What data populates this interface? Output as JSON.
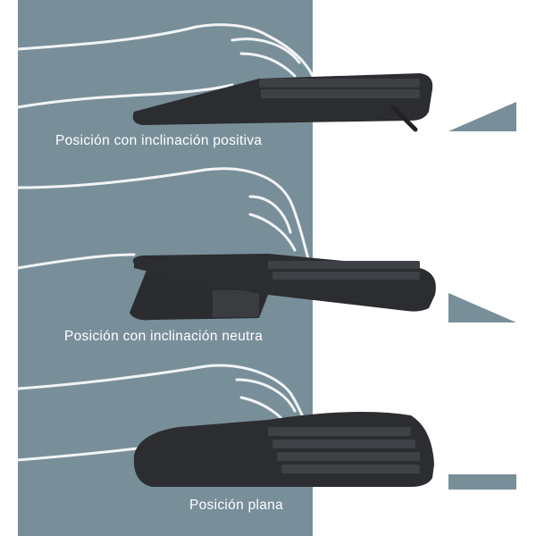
{
  "positions": [
    {
      "label": "Posición con inclinación positiva",
      "tilt_icon": "positive-tilt-icon"
    },
    {
      "label": "Posición con inclinación neutra",
      "tilt_icon": "neutral-tilt-icon"
    },
    {
      "label": "Posición plana",
      "tilt_icon": "flat-icon"
    }
  ],
  "colors": {
    "panel": "#788f9a",
    "keyboard": "#2b2d30",
    "indicator": "#788f9a"
  }
}
